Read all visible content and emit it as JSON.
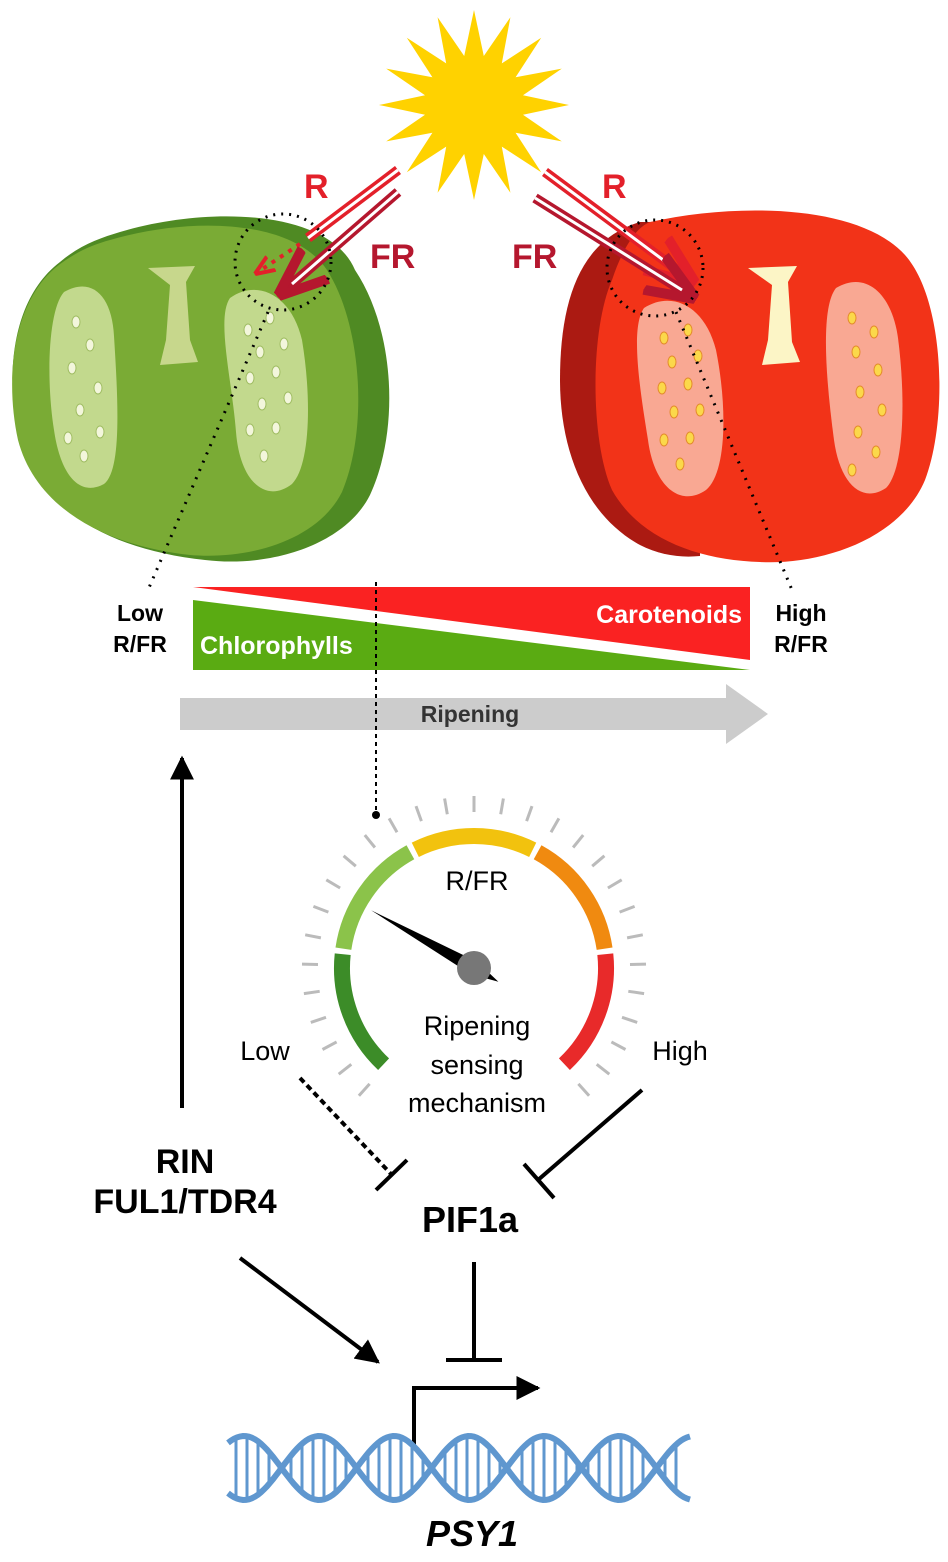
{
  "light": {
    "left_r": "R",
    "left_fr": "FR",
    "right_r": "R",
    "right_fr": "FR"
  },
  "ratio": {
    "low_line1": "Low",
    "low_line2": "R/FR",
    "high_line1": "High",
    "high_line2": "R/FR"
  },
  "pigments": {
    "carotenoids": "Carotenoids",
    "chlorophylls": "Chlorophylls"
  },
  "ripening_label": "Ripening",
  "gauge": {
    "title": "R/FR",
    "caption_line1": "Ripening",
    "caption_line2": "sensing",
    "caption_line3": "mechanism",
    "needle_level": 0.28
  },
  "signal": {
    "low": "Low",
    "high": "High"
  },
  "factors": {
    "rin": "RIN",
    "ful": "FUL1/TDR4",
    "pif": "PIF1a",
    "gene": "PSY1"
  },
  "colors": {
    "sun": "#ffd200",
    "red_light": "#e3202a",
    "far_red_light": "#b5172e",
    "green_fruit": "#7aab35",
    "red_fruit": "#f23318",
    "chlorophyll_green": "#5aab12",
    "carotenoid_red": "#fa2222",
    "ripening_arrow": "#cccccc",
    "dna": "#5f97cf"
  }
}
